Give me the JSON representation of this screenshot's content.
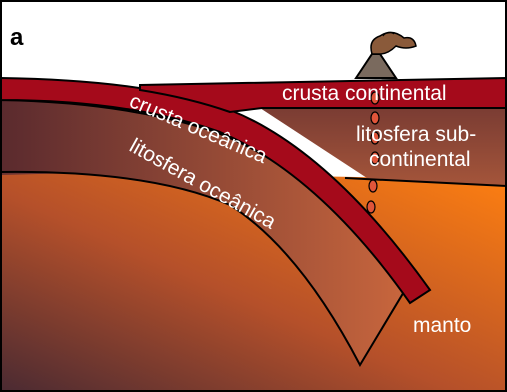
{
  "panel_label": "a",
  "labels": {
    "crusta_continental": "crusta continental",
    "litosfera_sub_line1": "litosfera sub-",
    "litosfera_sub_line2": "continental",
    "crusta_oceanica": "crusta oceânica",
    "litosfera_oceanica": "litosfera oceânica",
    "manto": "manto"
  },
  "colors": {
    "crust": "#a50a1b",
    "mantle_deep": "#5a2a2c",
    "mantle_hot": "#ff7b10",
    "lithosphere_dark": "#5e2b2e",
    "lithosphere_light": "#c9633c",
    "volcano_plume": "#8a5a3a",
    "magma": "#e0553a"
  }
}
